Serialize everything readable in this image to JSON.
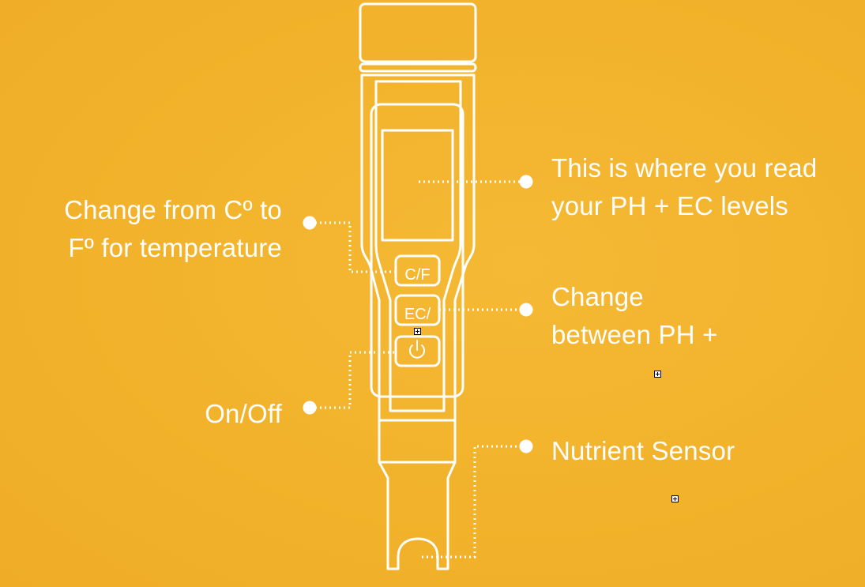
{
  "colors": {
    "background": "#f2b22b",
    "stroke": "#ffffff",
    "text": "#ffffff"
  },
  "device": {
    "buttons": {
      "cf_label": "C/F",
      "ec_label": "EC/",
      "power_icon": "power-icon"
    }
  },
  "callouts": {
    "display": {
      "line1": "This is where you read",
      "line2": "your PH + EC levels"
    },
    "temperature": {
      "line1": "Change from Cº to",
      "line2": "Fº for temperature"
    },
    "mode": {
      "line1": "Change",
      "line2": "between PH +"
    },
    "power": {
      "line1": "On/Off"
    },
    "sensor": {
      "line1": "Nutrient Sensor"
    }
  }
}
